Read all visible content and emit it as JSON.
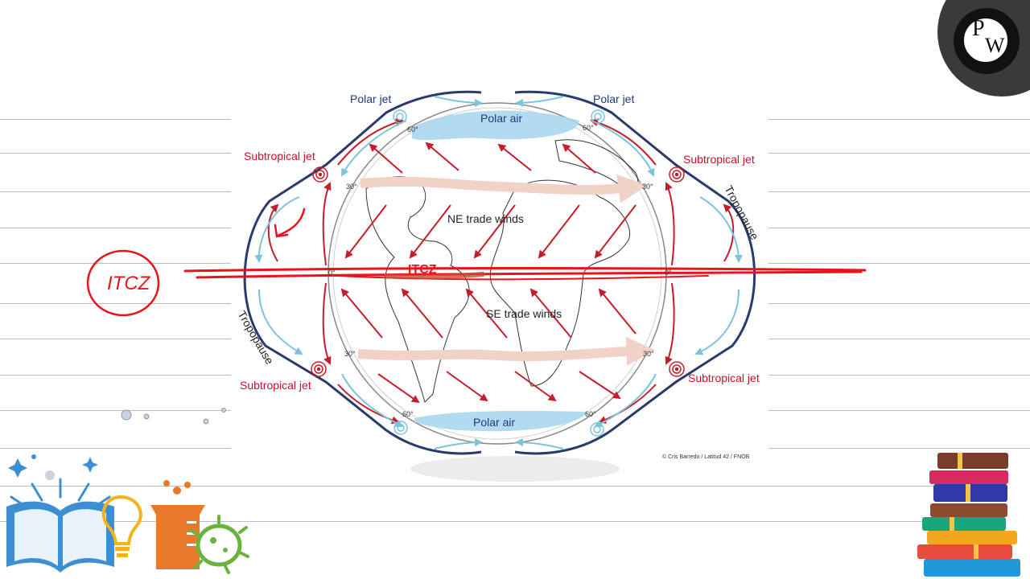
{
  "labels": {
    "polar_jet_left": "Polar jet",
    "polar_jet_right": "Polar jet",
    "subtropical_jet_ul": "Subtropical jet",
    "subtropical_jet_ur": "Subtropical jet",
    "subtropical_jet_ll": "Subtropical jet",
    "subtropical_jet_lr": "Subtropical jet",
    "polar_air_top": "Polar air",
    "polar_air_bottom": "Polar air",
    "ne_trade_winds": "NE trade winds",
    "se_trade_winds": "SE trade winds",
    "tropopause_right": "Tropopause",
    "tropopause_left": "Tropopause",
    "itcz_center": "ITCZ",
    "itcz_handwritten": "ITCZ",
    "lat_60": "60°",
    "lat_30": "30°",
    "lat_0": "0°",
    "credit": "© Cris Barredo / Latitud 42 / FNOB"
  },
  "logo": {
    "letters": [
      "P",
      "W"
    ]
  },
  "colors": {
    "tropopause": "#2b3a6e",
    "warm_arrow": "#c41e2a",
    "cool_arrow": "#7cc3dc",
    "pen_red": "#e8141b",
    "label_red": "#c8102e",
    "polar_fill": "#a9d8ee",
    "ruled_line": "#bdbdbd"
  },
  "icons": [
    "open-book-icon",
    "light-bulb-icon",
    "beaker-icon",
    "germ-icon",
    "book-stack-icon",
    "pw-logo-icon"
  ]
}
